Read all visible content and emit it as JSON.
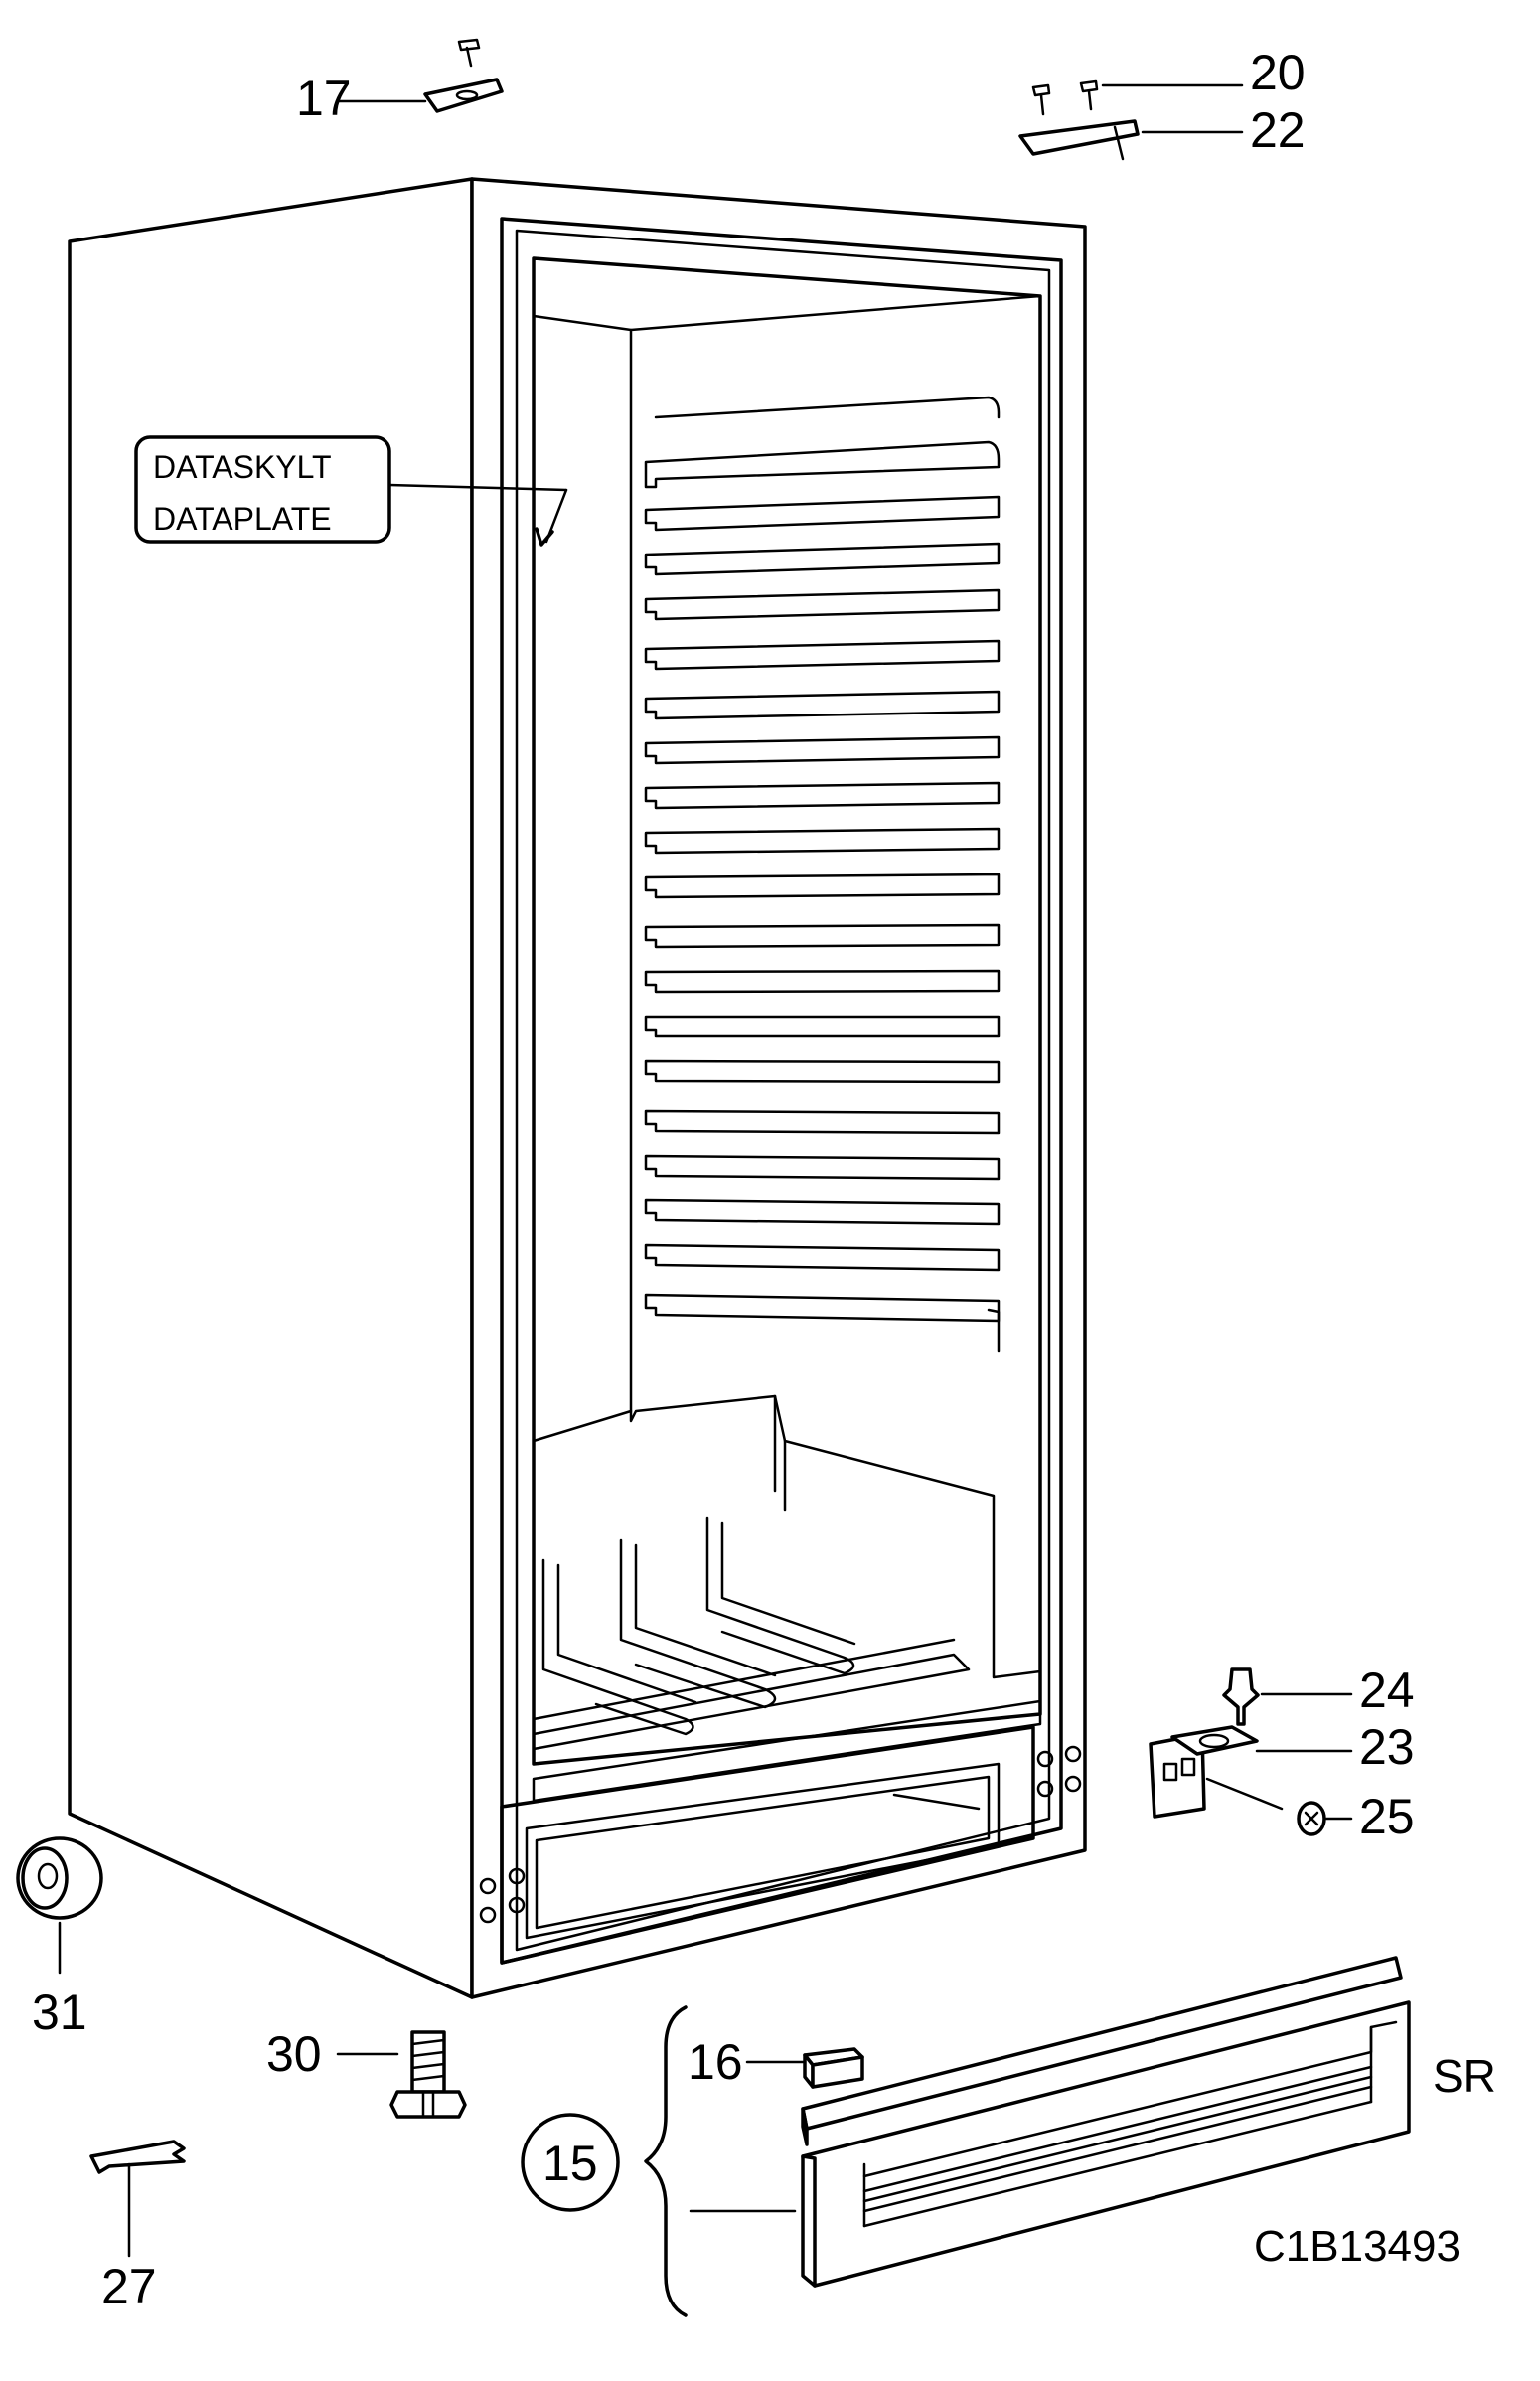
{
  "drawing_code": "C1B13493",
  "data_plate": {
    "line1": "DATASKYLT",
    "line2": "DATAPLATE"
  },
  "callouts": {
    "c17": "17",
    "c20": "20",
    "c22": "22",
    "c24": "24",
    "c23": "23",
    "c25": "25",
    "c31": "31",
    "c30": "30",
    "c16": "16",
    "c15": "15",
    "c27": "27",
    "sr": "SR"
  },
  "colors": {
    "line": "#000000",
    "background": "#ffffff"
  }
}
